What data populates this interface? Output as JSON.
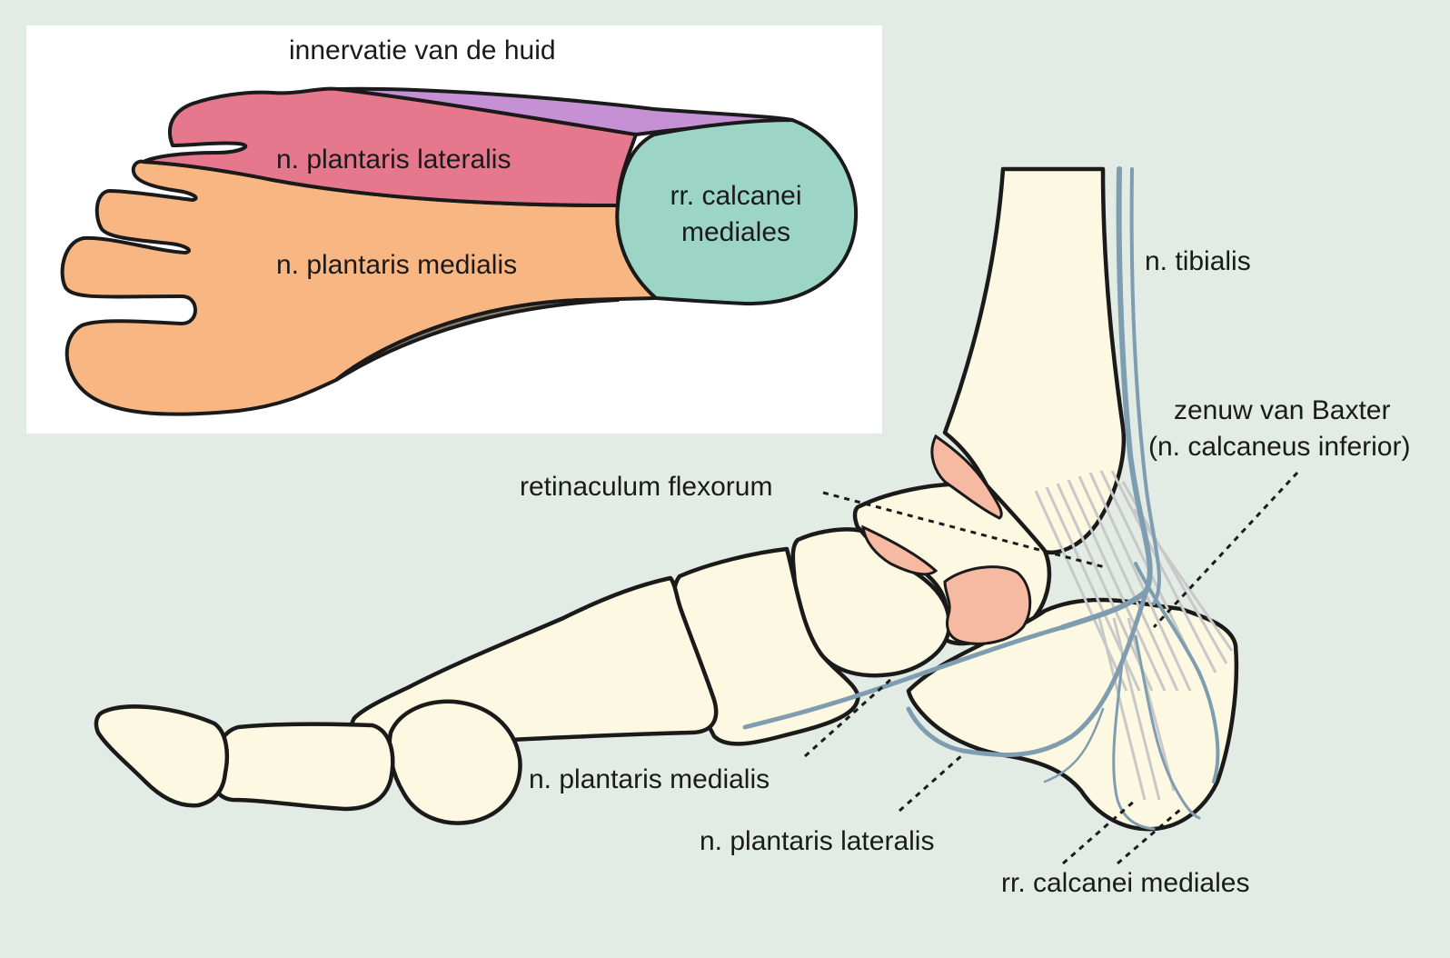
{
  "inset": {
    "title": "innervatie van de huid",
    "regions": {
      "plantaris_lateralis": "n. plantaris lateralis",
      "plantaris_medialis": "n. plantaris medialis",
      "calcanei_line1": "rr. calcanei",
      "calcanei_line2": "mediales"
    }
  },
  "labels": {
    "tibialis": "n. tibialis",
    "baxter_line1": "zenuw van Baxter",
    "baxter_line2": "(n. calcaneus inferior)",
    "retinaculum": "retinaculum flexorum",
    "plantaris_medialis": "n. plantaris medialis",
    "plantaris_lateralis": "n. plantaris lateralis",
    "calcanei_mediales": "rr. calcanei mediales"
  },
  "colors": {
    "background": "#e3ebe5",
    "inset_panel": "#ffffff",
    "bone": "#fdf8e1",
    "cartilage": "#f6b9a1",
    "nerve": "#7f9db0",
    "lateralis_skin": "#e5788c",
    "medialis_skin": "#f8b682",
    "calcanei_skin": "#9cd5c6",
    "sural_skin": "#c690d4",
    "saphenous_skin": "#8a7d6a",
    "outline": "#1a1a1a"
  }
}
